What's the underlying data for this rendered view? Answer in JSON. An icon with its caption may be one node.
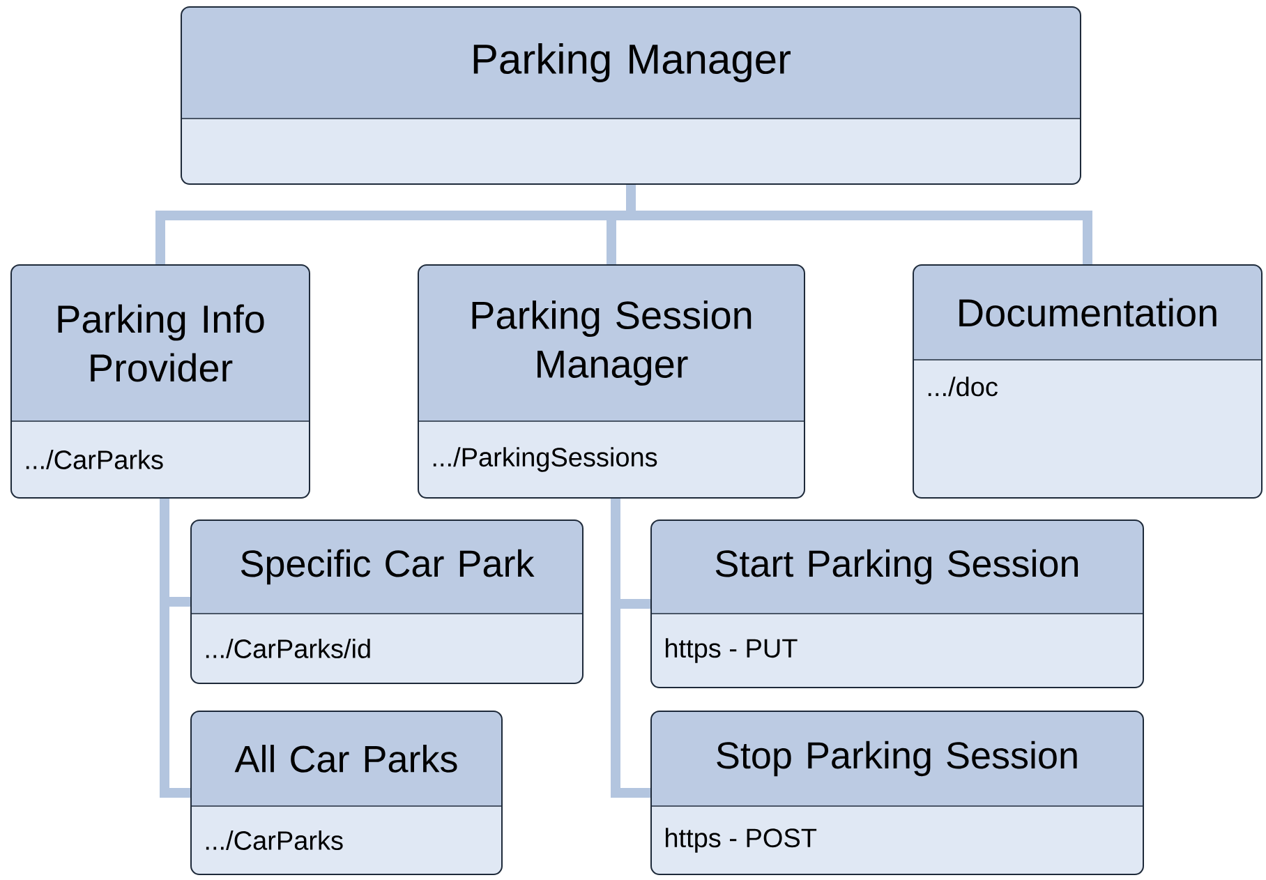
{
  "diagram": {
    "nodes": [
      {
        "text": [
          "Parking Manager"
        ]
      },
      {
        "text": [
          "Parking Info Provider",
          ".../CarParks"
        ]
      },
      {
        "text": [
          "Parking Session Manager",
          ".../ParkingSessions"
        ]
      },
      {
        "text": [
          "Documentation",
          ".../doc"
        ]
      },
      {
        "text": [
          "Specific Car Park",
          ".../CarParks/id"
        ]
      },
      {
        "text": [
          "All Car Parks",
          ".../CarParks"
        ]
      },
      {
        "text": [
          "Start Parking Session",
          "https - PUT"
        ]
      },
      {
        "text": [
          "Stop Parking Session",
          "https - POST"
        ]
      }
    ],
    "edges": [
      {
        "from": 0,
        "to": 1,
        "arrow": "none"
      },
      {
        "from": 0,
        "to": 2,
        "arrow": "none"
      },
      {
        "from": 0,
        "to": 3,
        "arrow": "none"
      },
      {
        "from": 1,
        "to": 4,
        "arrow": "none"
      },
      {
        "from": 1,
        "to": 5,
        "arrow": "none"
      },
      {
        "from": 2,
        "to": 6,
        "arrow": "none"
      },
      {
        "from": 2,
        "to": 7,
        "arrow": "none"
      }
    ]
  }
}
